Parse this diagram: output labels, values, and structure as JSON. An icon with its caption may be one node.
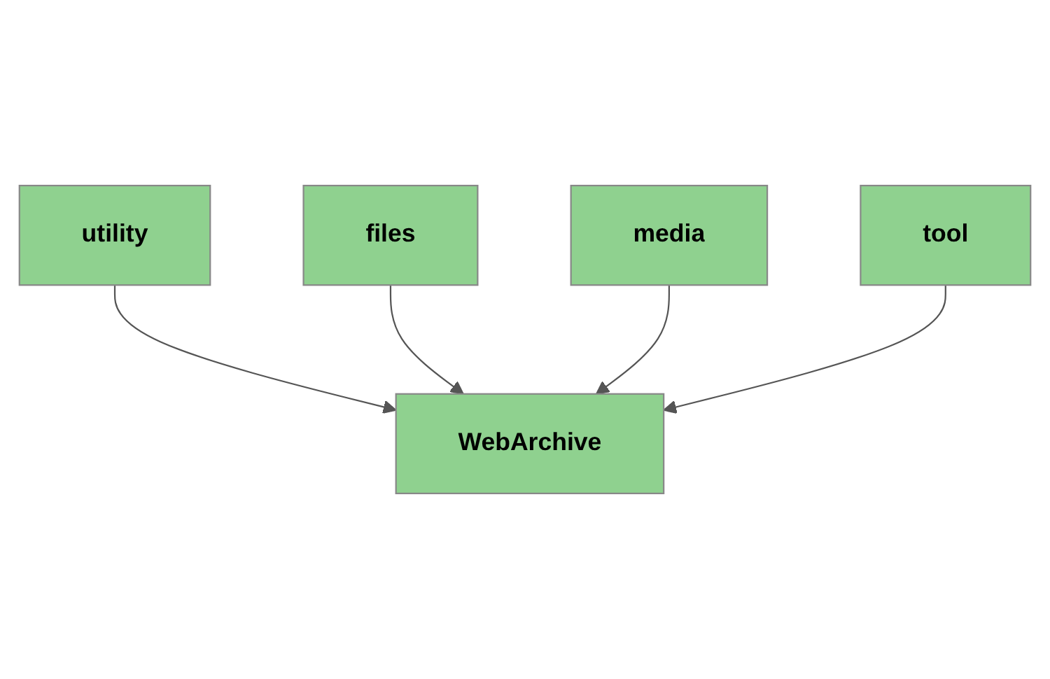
{
  "diagram": {
    "nodes": [
      {
        "text": [
          "utility"
        ]
      },
      {
        "text": [
          "files"
        ]
      },
      {
        "text": [
          "WebArchive"
        ]
      },
      {
        "text": [
          "media"
        ]
      },
      {
        "text": [
          "tool"
        ]
      }
    ],
    "edges": [
      {
        "from": 0,
        "to": 2,
        "arrow": "to"
      },
      {
        "from": 1,
        "to": 2,
        "arrow": "to"
      },
      {
        "from": 3,
        "to": 2,
        "arrow": "to"
      },
      {
        "from": 4,
        "to": 2,
        "arrow": "to"
      }
    ]
  }
}
